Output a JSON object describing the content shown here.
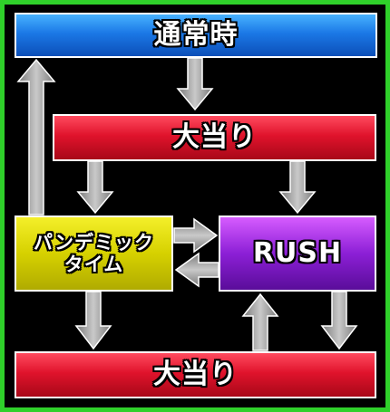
{
  "diagram": {
    "normal_state_label": "通常時",
    "jackpot_top_label": "大当り",
    "pandemic_label_line1": "パンデミック",
    "pandemic_label_line2": "タイム",
    "rush_label": "RUSH",
    "jackpot_bottom_label": "大当り"
  },
  "colors": {
    "background_frame": "#2fd02a",
    "panel": "#000000",
    "normal_state": "#1b78e6",
    "jackpot": "#e0132c",
    "pandemic": "#d6d100",
    "rush": "#8c1fd6",
    "arrow": "#9a9a9a"
  }
}
